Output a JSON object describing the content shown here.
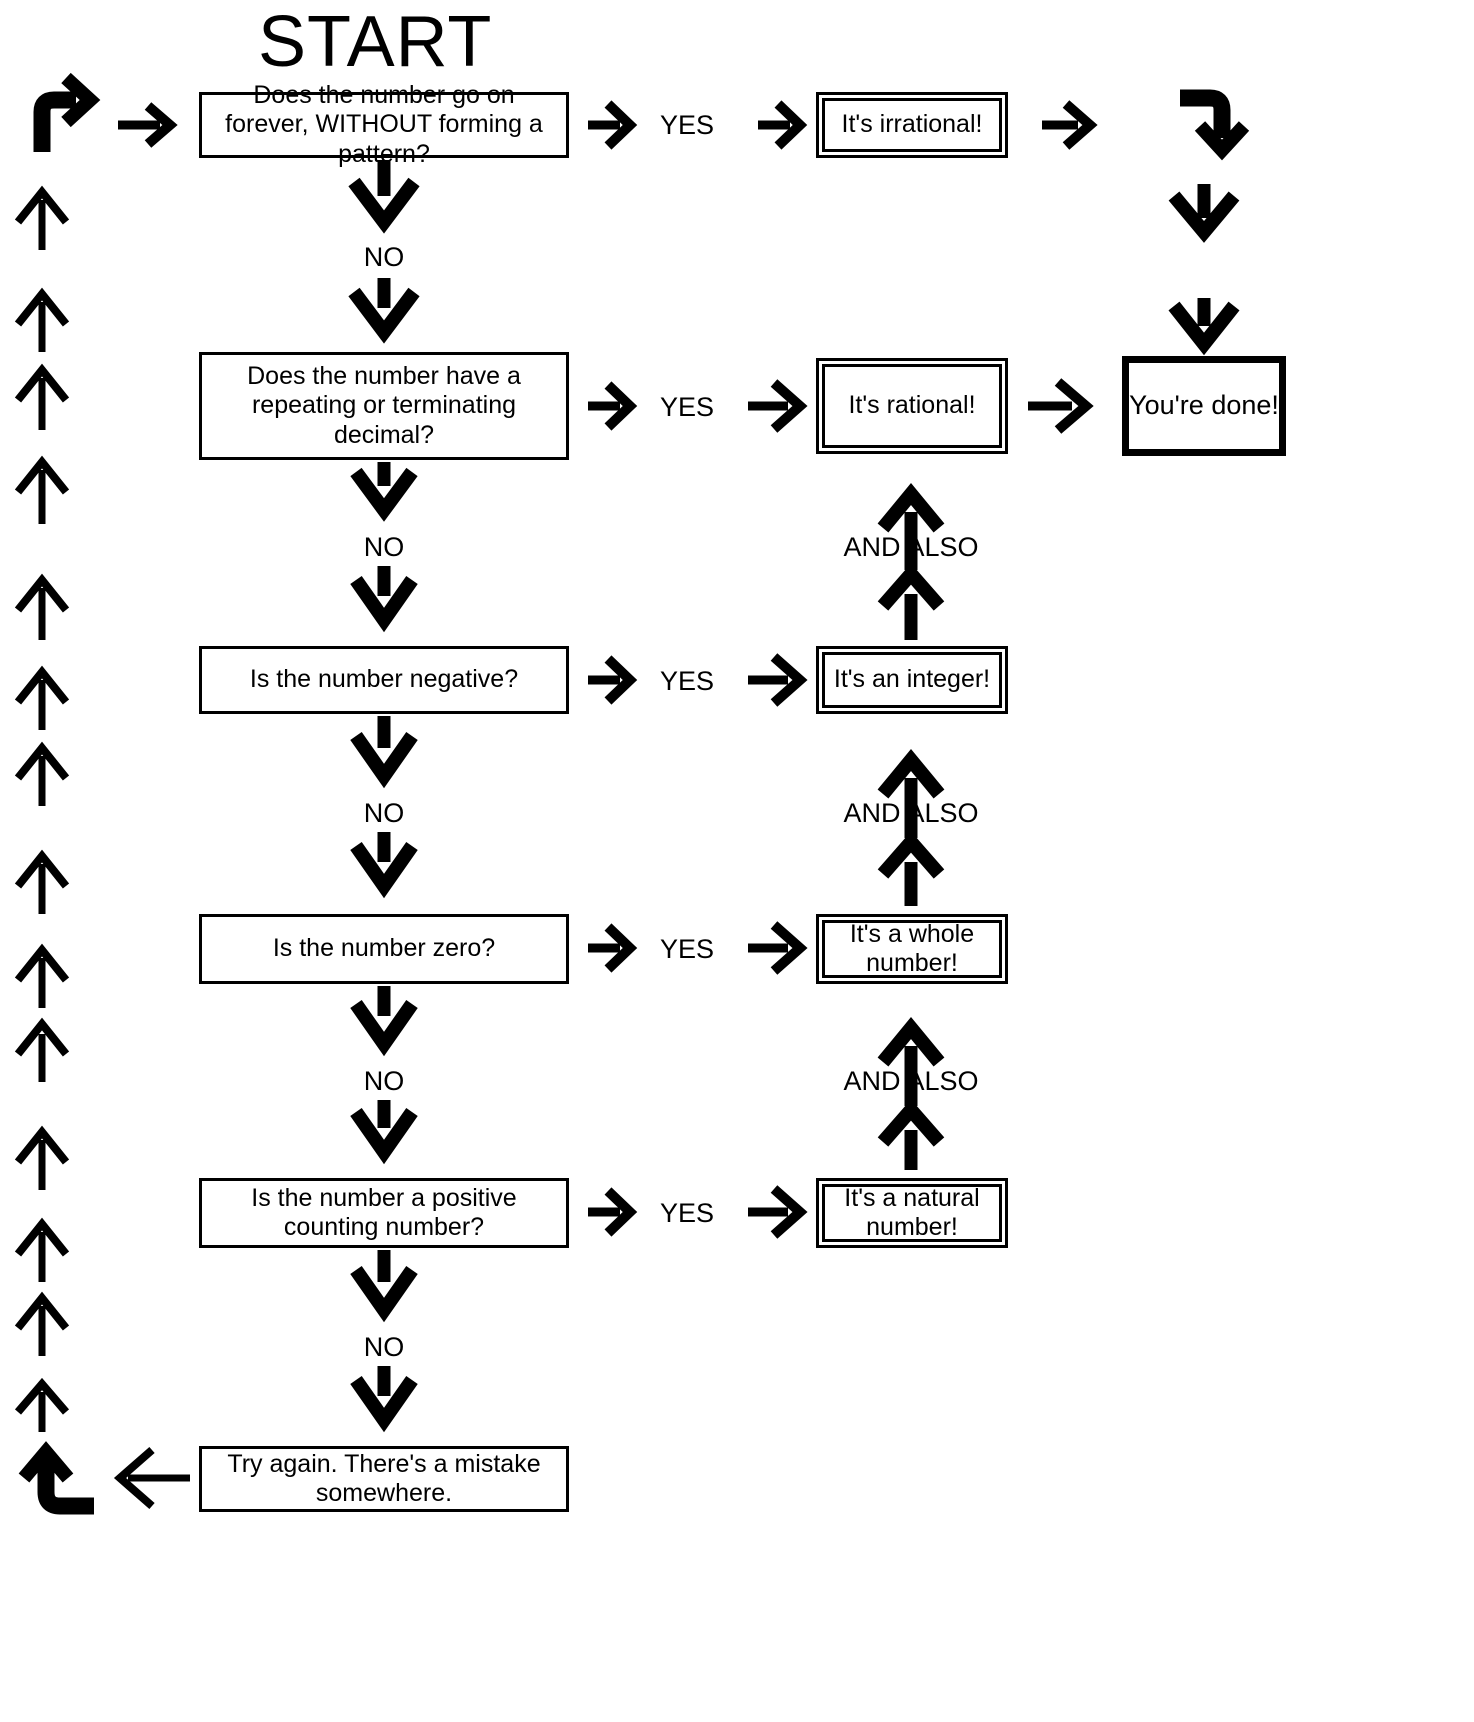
{
  "title": "START",
  "decisions": [
    {
      "id": "d1",
      "text": "Does the number go on forever, WITHOUT forming a pattern?"
    },
    {
      "id": "d2",
      "text": "Does the number have a repeating or terminating decimal?"
    },
    {
      "id": "d3",
      "text": "Is the number negative?"
    },
    {
      "id": "d4",
      "text": "Is the number zero?"
    },
    {
      "id": "d5",
      "text": "Is the number a positive counting number?"
    }
  ],
  "results": [
    {
      "id": "r1",
      "text": "It's irrational!"
    },
    {
      "id": "r2",
      "text": "It's rational!"
    },
    {
      "id": "r3",
      "text": "It's an integer!"
    },
    {
      "id": "r4",
      "text": "It's a whole number!"
    },
    {
      "id": "r5",
      "text": "It's a natural number!"
    }
  ],
  "terminal": {
    "id": "done",
    "text": "You're done!"
  },
  "retry": {
    "id": "retry",
    "text": "Try again.  There's a mistake somewhere."
  },
  "labels": {
    "yes": "YES",
    "no": "NO",
    "and_also": "AND ALSO"
  },
  "yes_labels": [
    "YES",
    "YES",
    "YES",
    "YES",
    "YES"
  ],
  "no_labels": [
    "NO",
    "NO",
    "NO",
    "NO",
    "NO"
  ],
  "and_also_labels": [
    "AND ALSO",
    "AND ALSO",
    "AND ALSO"
  ],
  "colors": {
    "stroke": "#000000",
    "background": "#ffffff",
    "text": "#000000"
  }
}
